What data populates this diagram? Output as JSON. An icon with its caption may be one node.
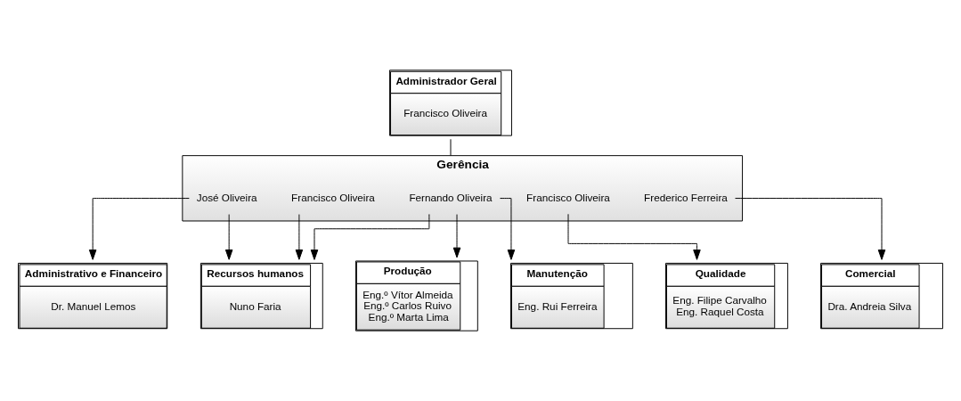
{
  "diagram": {
    "nodes": [
      {
        "text": [
          "Administrador Geral",
          "Francisco Oliveira"
        ]
      },
      {
        "text": [
          "Gerência"
        ]
      },
      {
        "text": [
          "José Oliveira"
        ],
        "in": 1
      },
      {
        "text": [
          "Francisco Oliveira"
        ],
        "in": 1
      },
      {
        "text": [
          "Fernando Oliveira"
        ],
        "in": 1
      },
      {
        "text": [
          "Francisco Oliveira"
        ],
        "in": 1
      },
      {
        "text": [
          "Frederico Ferreira"
        ],
        "in": 1
      },
      {
        "text": [
          "Administrativo e Financeiro",
          "Dr. Manuel Lemos"
        ]
      },
      {
        "text": [
          "Recursos humanos",
          "Nuno Faria"
        ]
      },
      {
        "text": [
          "Produção",
          "Eng.º Vítor Almeida",
          "Eng.º Carlos Ruivo",
          "Eng.º Marta Lima"
        ]
      },
      {
        "text": [
          "Manutenção",
          "Eng. Rui Ferreira"
        ]
      },
      {
        "text": [
          "Qualidade",
          "Eng. Filipe Carvalho",
          "Eng. Raquel Costa"
        ]
      },
      {
        "text": [
          "Comercial",
          "Dra. Andreia Silva"
        ]
      }
    ],
    "edges": [
      {
        "from": 0,
        "to": 1,
        "arrow": "none"
      },
      {
        "from": 2,
        "to": 7,
        "arrow": "to"
      },
      {
        "from": 2,
        "to": 8,
        "arrow": "to"
      },
      {
        "from": 3,
        "to": 8,
        "arrow": "to"
      },
      {
        "from": 4,
        "to": 9,
        "arrow": "to"
      },
      {
        "from": 4,
        "to": 8,
        "arrow": "to"
      },
      {
        "from": 4,
        "to": 10,
        "arrow": "to"
      },
      {
        "from": 5,
        "to": 11,
        "arrow": "to"
      },
      {
        "from": 6,
        "to": 12,
        "arrow": "to"
      }
    ]
  }
}
